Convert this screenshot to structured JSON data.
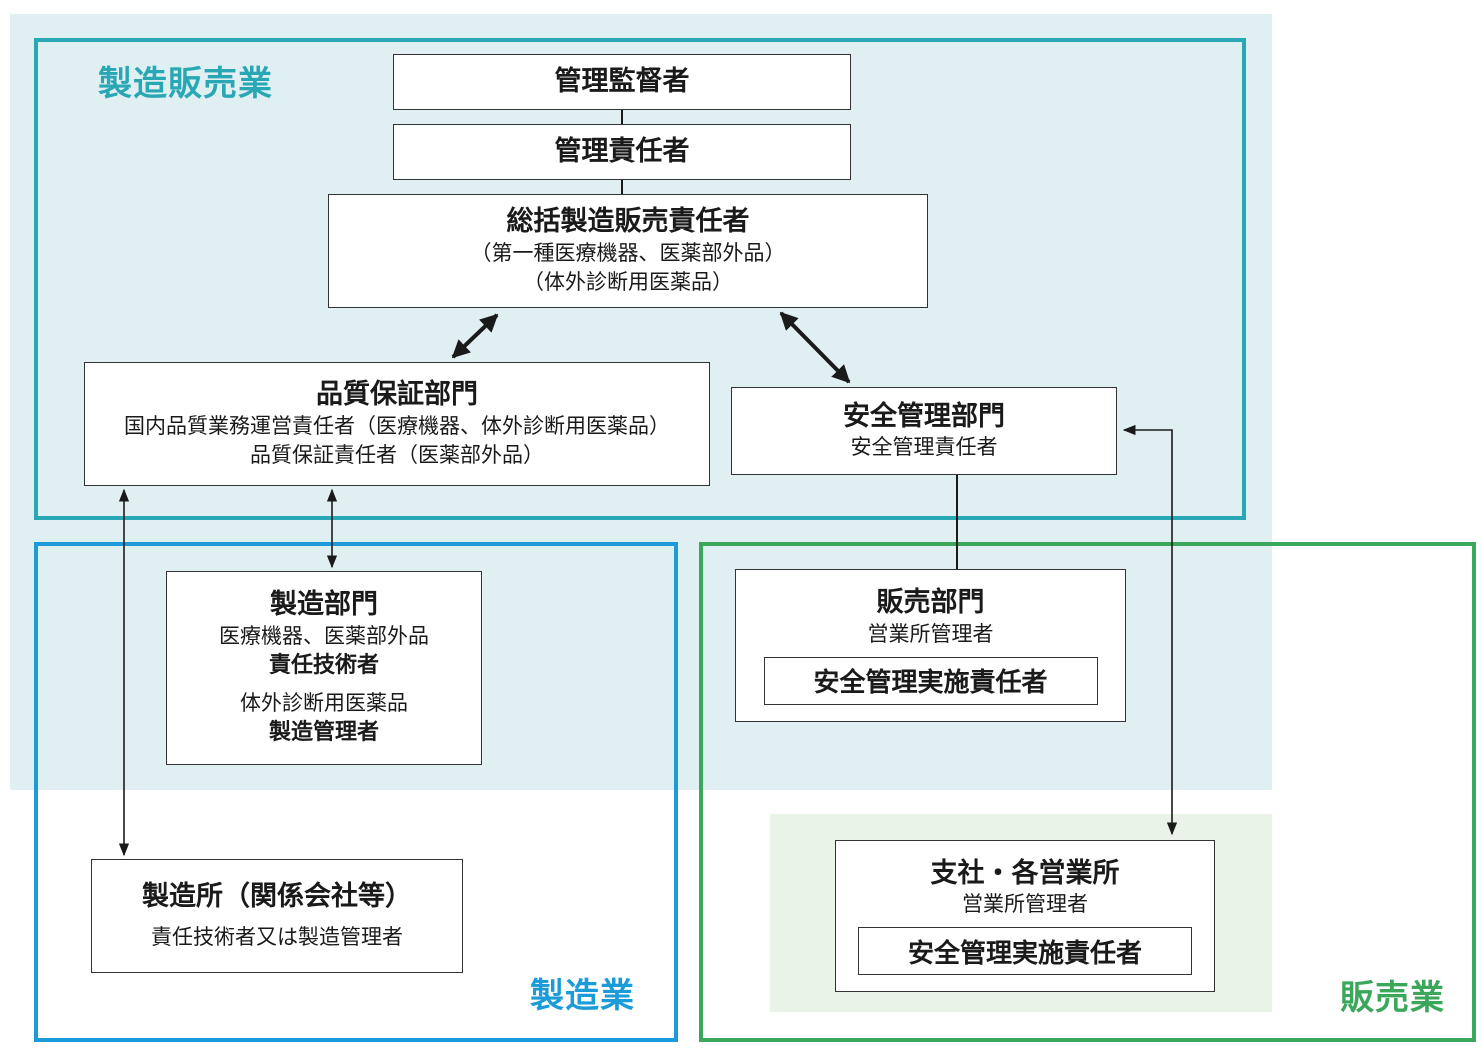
{
  "regions": {
    "manufacturing_sales": {
      "label": "製造販売業",
      "color": "#2aa7b5",
      "shade": "#e0f0f2"
    },
    "manufacturing": {
      "label": "製造業",
      "color": "#1b9bd7"
    },
    "sales": {
      "label": "販売業",
      "color": "#3aa75a",
      "shade": "#e9f3e7"
    }
  },
  "boxes": {
    "supervisor": {
      "title": "管理監督者"
    },
    "manager": {
      "title": "管理責任者"
    },
    "general_manager": {
      "title": "総括製造販売責任者",
      "line1": "（第一種医療機器、医薬部外品）",
      "line2": "（体外診断用医薬品）"
    },
    "quality_assurance": {
      "title": "品質保証部門",
      "line1": "国内品質業務運営責任者（医療機器、体外診断用医薬品）",
      "line2": "品質保証責任者（医薬部外品）"
    },
    "safety_management": {
      "title": "安全管理部門",
      "line1": "安全管理責任者"
    },
    "manufacturing_dept": {
      "title": "製造部門",
      "line1": "医療機器、医薬部外品",
      "line2": "責任技術者",
      "line3": "体外診断用医薬品",
      "line4": "製造管理者"
    },
    "factory": {
      "title": "製造所（関係会社等）",
      "line1": "責任技術者又は製造管理者"
    },
    "sales_dept": {
      "title": "販売部門",
      "line1": "営業所管理者",
      "inner": "安全管理実施責任者"
    },
    "branches": {
      "title": "支社・各営業所",
      "line1": "営業所管理者",
      "inner": "安全管理実施責任者"
    }
  },
  "colors": {
    "box_border": "#333333",
    "connector": "#1a1a1a"
  }
}
